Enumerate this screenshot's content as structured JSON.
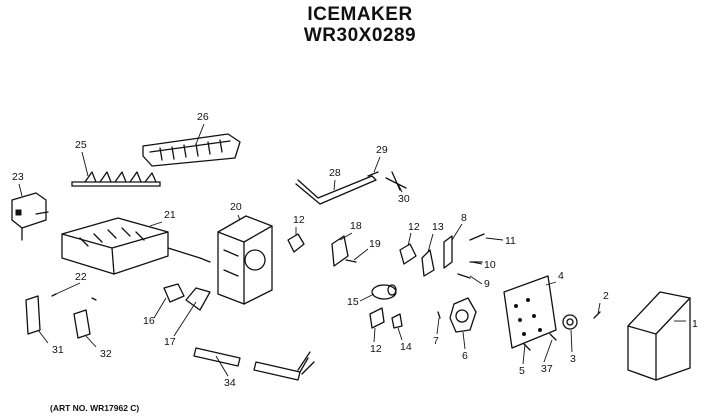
{
  "header": {
    "title": "ICEMAKER",
    "model": "WR30X0289"
  },
  "footer": {
    "art_no": "(ART NO. WR17962 C)"
  },
  "callouts": [
    "1",
    "2",
    "3",
    "4",
    "5",
    "6",
    "7",
    "8",
    "9",
    "10",
    "11",
    "12",
    "12",
    "12",
    "13",
    "14",
    "15",
    "16",
    "17",
    "18",
    "19",
    "20",
    "21",
    "22",
    "23",
    "25",
    "26",
    "28",
    "29",
    "30",
    "31",
    "32",
    "34",
    "37"
  ]
}
